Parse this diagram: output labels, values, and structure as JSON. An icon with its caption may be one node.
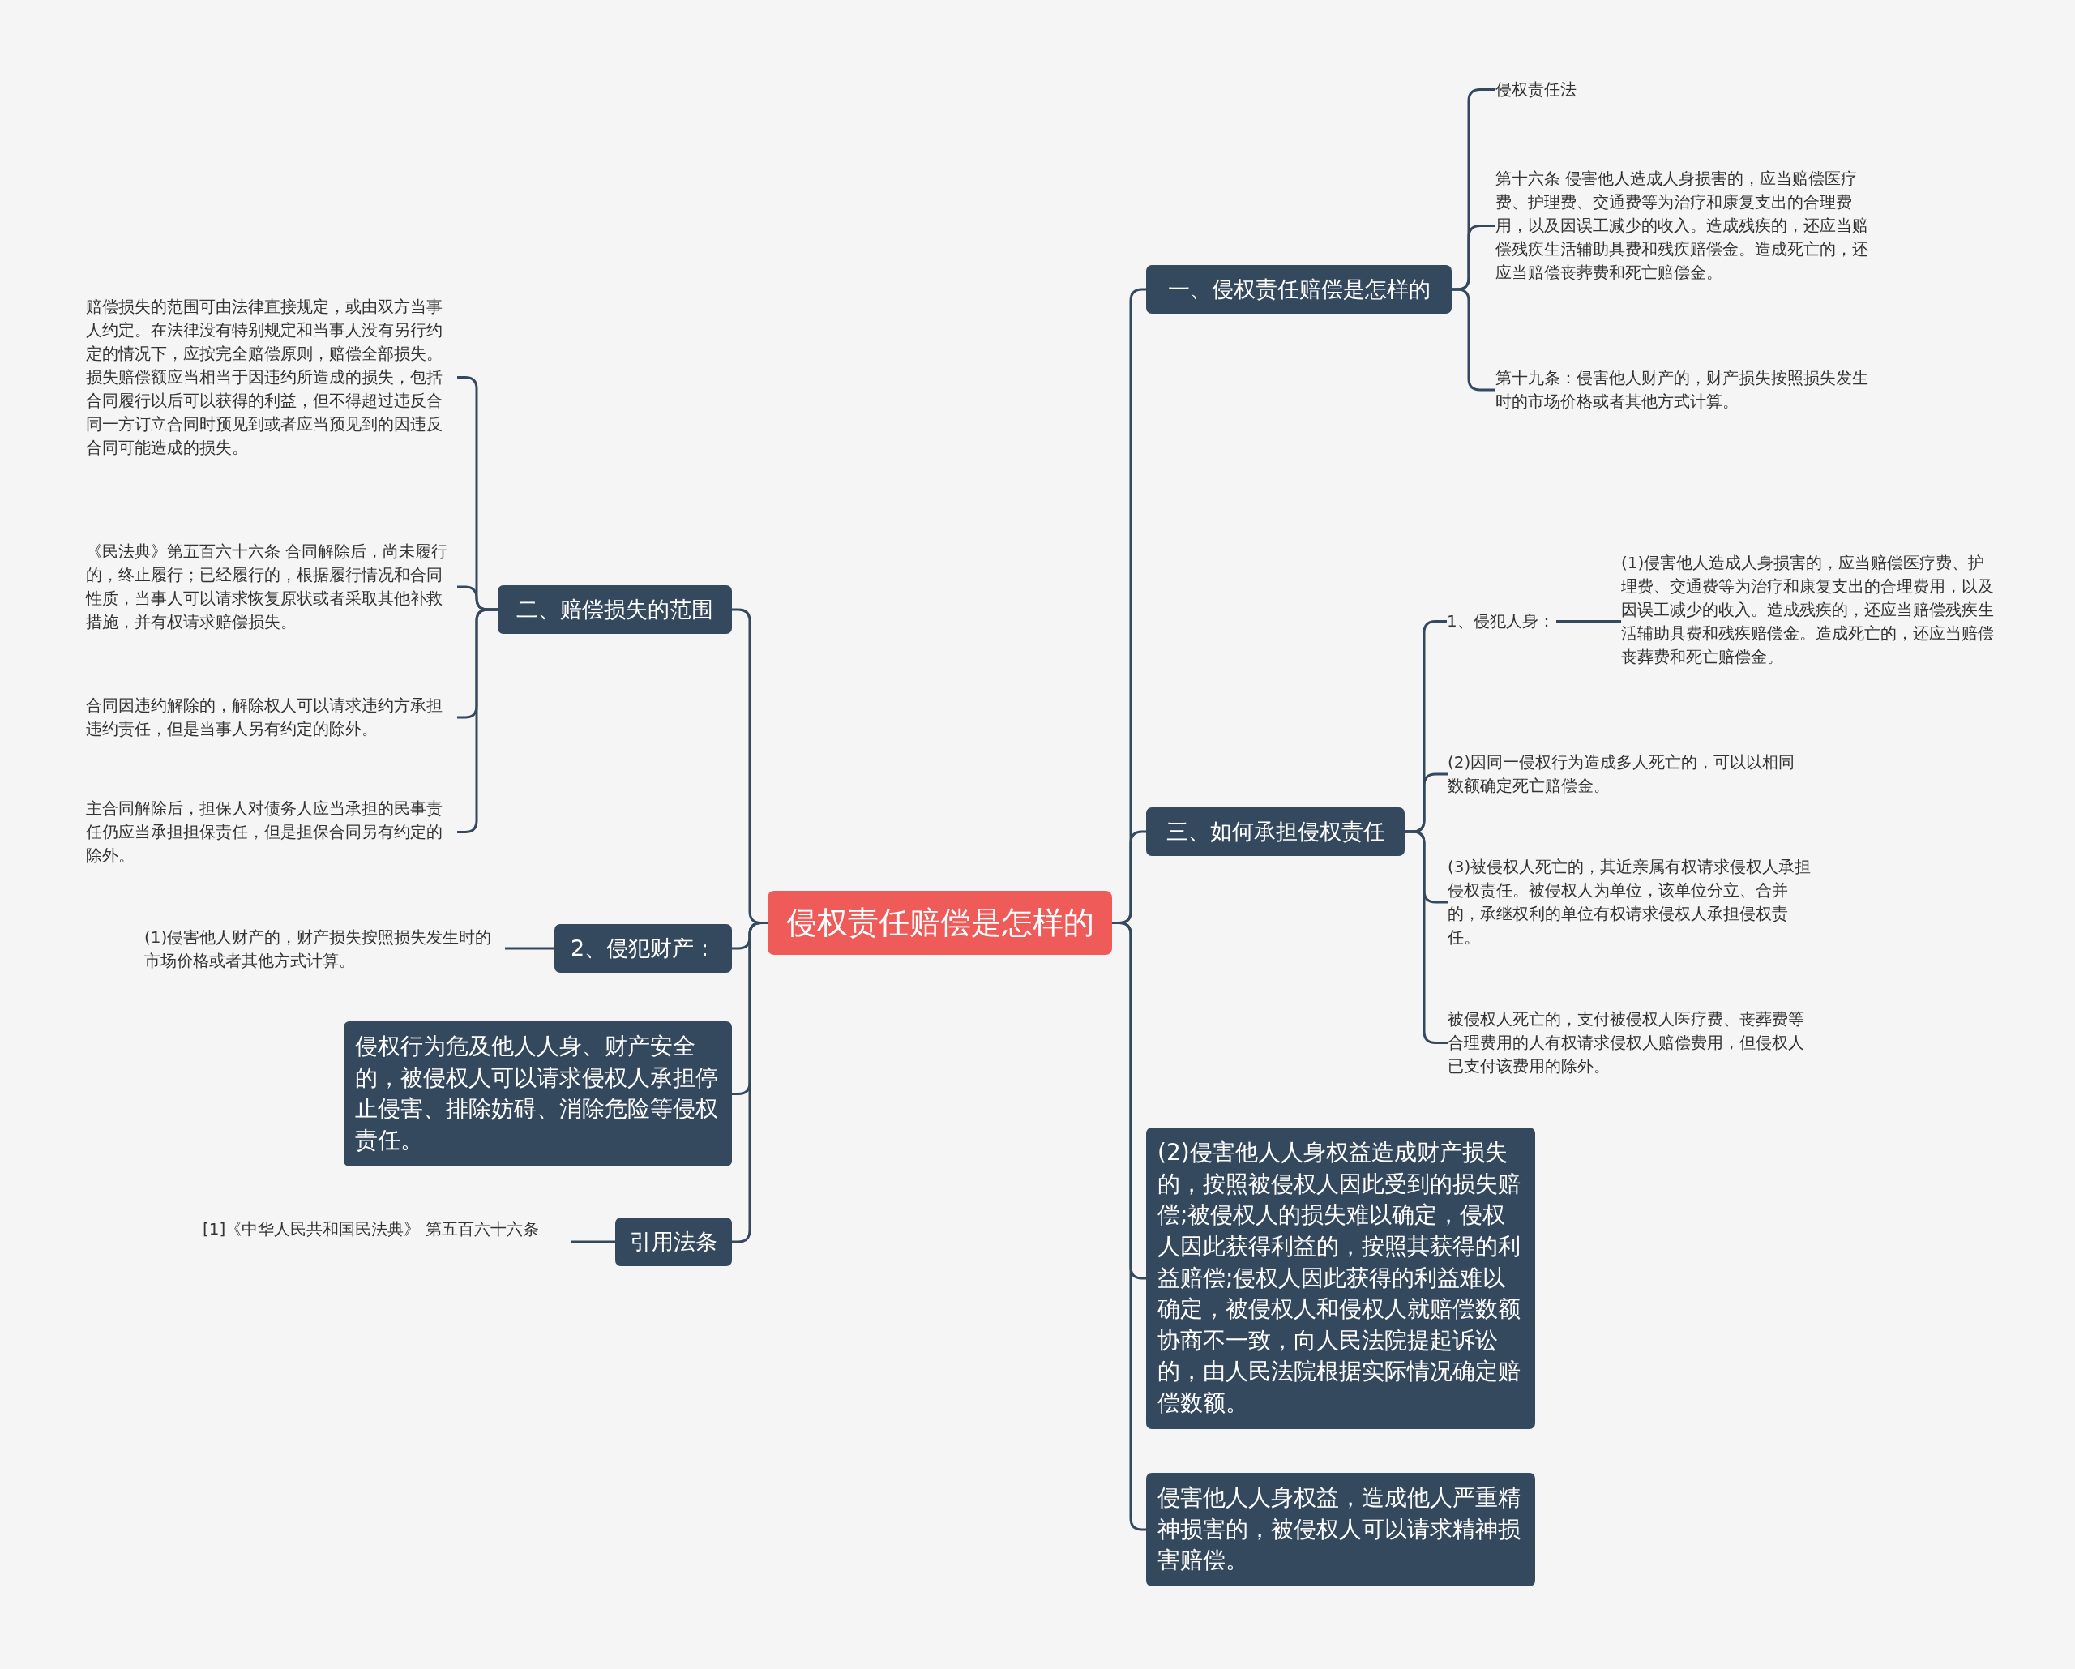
{
  "diagram": {
    "nodes": [
      {
        "text": [
          "侵权责任赔偿是怎样的"
        ]
      },
      {
        "text": [
          "一、侵权责任赔偿是怎样的"
        ]
      },
      {
        "text": [
          "侵权责任法"
        ]
      },
      {
        "text": [
          "第十六条 侵害他人造成人身损害的，应当赔偿医疗费、护理费、交通费等为治疗和康复支出的合理费用，以及因误工减少的收入。造成残疾的，还应当赔偿残疾生活辅助具费和残疾赔偿金。造成死亡的，还应当赔偿丧葬费和死亡赔偿金。"
        ]
      },
      {
        "text": [
          "第十九条：侵害他人财产的，财产损失按照损失发生时的市场价格或者其他方式计算。"
        ]
      },
      {
        "text": [
          "三、如何承担侵权责任"
        ]
      },
      {
        "text": [
          "1、侵犯人身："
        ]
      },
      {
        "text": [
          "(1)侵害他人造成人身损害的，应当赔偿医疗费、护理费、交通费等为治疗和康复支出的合理费用，以及因误工减少的收入。造成残疾的，还应当赔偿残疾生活辅助具费和残疾赔偿金。造成死亡的，还应当赔偿丧葬费和死亡赔偿金。"
        ]
      },
      {
        "text": [
          "(2)因同一侵权行为造成多人死亡的，可以以相同数额确定死亡赔偿金。"
        ]
      },
      {
        "text": [
          "(3)被侵权人死亡的，其近亲属有权请求侵权人承担侵权责任。被侵权人为单位，该单位分立、合并的，承继权利的单位有权请求侵权人承担侵权责任。"
        ]
      },
      {
        "text": [
          "被侵权人死亡的，支付被侵权人医疗费、丧葬费等合理费用的人有权请求侵权人赔偿费用，但侵权人已支付该费用的除外。"
        ]
      },
      {
        "text": [
          "(2)侵害他人人身权益造成财产损失的，按照被侵权人因此受到的损失赔偿;被侵权人的损失难以确定，侵权人因此获得利益的，按照其获得的利益赔偿;侵权人因此获得的利益难以确定，被侵权人和侵权人就赔偿数额协商不一致，向人民法院提起诉讼的，由人民法院根据实际情况确定赔偿数额。"
        ]
      },
      {
        "text": [
          "侵害他人人身权益，造成他人严重精神损害的，被侵权人可以请求精神损害赔偿。"
        ]
      },
      {
        "text": [
          "二、赔偿损失的范围"
        ]
      },
      {
        "text": [
          "赔偿损失的范围可由法律直接规定，或由双方当事人约定。在法律没有特别规定和当事人没有另行约定的情况下，应按完全赔偿原则，赔偿全部损失。损失赔偿额应当相当于因违约所造成的损失，包括合同履行以后可以获得的利益，但不得超过违反合同一方订立合同时预见到或者应当预见到的因违反合同可能造成的损失。"
        ]
      },
      {
        "text": [
          "《民法典》第五百六十六条 合同解除后，尚未履行的，终止履行；已经履行的，根据履行情况和合同性质，当事人可以请求恢复原状或者采取其他补救措施，并有权请求赔偿损失。"
        ]
      },
      {
        "text": [
          "合同因违约解除的，解除权人可以请求违约方承担违约责任，但是当事人另有约定的除外。"
        ]
      },
      {
        "text": [
          "主合同解除后，担保人对债务人应当承担的民事责任仍应当承担担保责任，但是担保合同另有约定的除外。"
        ]
      },
      {
        "text": [
          "2、侵犯财产："
        ]
      },
      {
        "text": [
          "(1)侵害他人财产的，财产损失按照损失发生时的市场价格或者其他方式计算。"
        ]
      },
      {
        "text": [
          "侵权行为危及他人人身、财产安全的，被侵权人可以请求侵权人承担停止侵害、排除妨碍、消除危险等侵权责任。"
        ]
      },
      {
        "text": [
          "引用法条"
        ]
      },
      {
        "text": [
          "[1]《中华人民共和国民法典》 第五百六十六条"
        ]
      }
    ],
    "edges": [
      {
        "from": 0,
        "to": 1,
        "arrow": "none"
      },
      {
        "from": 1,
        "to": 2,
        "arrow": "none"
      },
      {
        "from": 1,
        "to": 3,
        "arrow": "none"
      },
      {
        "from": 1,
        "to": 4,
        "arrow": "none"
      },
      {
        "from": 0,
        "to": 5,
        "arrow": "none"
      },
      {
        "from": 5,
        "to": 6,
        "arrow": "none"
      },
      {
        "from": 6,
        "to": 7,
        "arrow": "none"
      },
      {
        "from": 5,
        "to": 8,
        "arrow": "none"
      },
      {
        "from": 5,
        "to": 9,
        "arrow": "none"
      },
      {
        "from": 5,
        "to": 10,
        "arrow": "none"
      },
      {
        "from": 0,
        "to": 11,
        "arrow": "none"
      },
      {
        "from": 0,
        "to": 12,
        "arrow": "none"
      },
      {
        "from": 0,
        "to": 13,
        "arrow": "none"
      },
      {
        "from": 13,
        "to": 14,
        "arrow": "none"
      },
      {
        "from": 13,
        "to": 15,
        "arrow": "none"
      },
      {
        "from": 13,
        "to": 16,
        "arrow": "none"
      },
      {
        "from": 13,
        "to": 17,
        "arrow": "none"
      },
      {
        "from": 0,
        "to": 18,
        "arrow": "none"
      },
      {
        "from": 18,
        "to": 19,
        "arrow": "none"
      },
      {
        "from": 0,
        "to": 20,
        "arrow": "none"
      },
      {
        "from": 0,
        "to": 21,
        "arrow": "none"
      },
      {
        "from": 21,
        "to": 22,
        "arrow": "none"
      }
    ]
  }
}
